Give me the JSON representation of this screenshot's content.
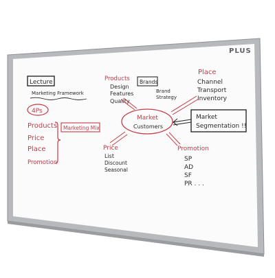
{
  "brand": "PLUS",
  "colors": {
    "frame": "#b6b8bb",
    "frame_edge": "#8e9093",
    "board": "#fbfbfb",
    "ink_black": "#2a2626",
    "ink_red": "#c43a46"
  },
  "board_text": {
    "lecture": "Lecture",
    "marketing_framework": "Marketing Framework",
    "four_ps": "4Ps",
    "left_products": "Products",
    "left_price": "Price",
    "left_place": "Place",
    "left_promotion": "Promotion",
    "marketing_mix": "Marketing Mix",
    "products_heading": "Products",
    "products_items": [
      "Design",
      "Features",
      "Quality"
    ],
    "brands_heading": "Brands",
    "brands_items": [
      "Brand",
      "Strategy"
    ],
    "place_heading": "Place",
    "place_items": [
      "Channel",
      "Transport",
      "Inventory"
    ],
    "market": "Market",
    "customers": "Customers",
    "segmentation_line1": "Market",
    "segmentation_line2": "Segmentation !!",
    "price_heading": "Price",
    "price_items": [
      "List",
      "Discount",
      "Seasonal"
    ],
    "promotion_heading": "Promotion",
    "promotion_items": [
      "SP",
      "AD",
      "SF",
      "PR . . ."
    ]
  }
}
